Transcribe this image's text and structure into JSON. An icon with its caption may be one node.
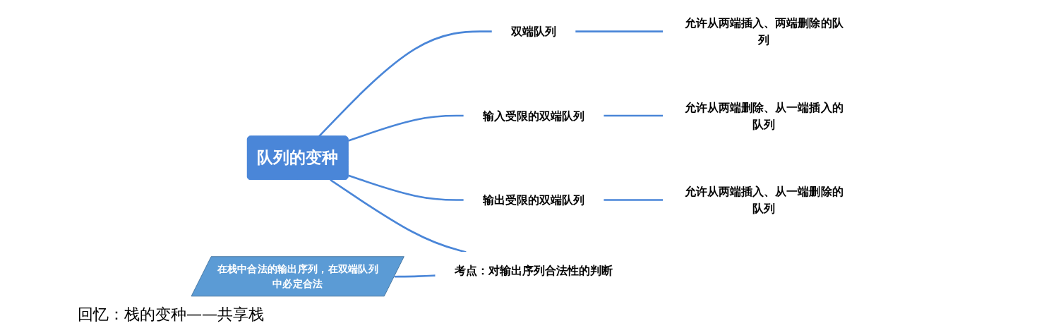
{
  "diagram": {
    "nodes": [
      {
        "text": [
          "队列的变种"
        ]
      },
      {
        "text": [
          "双端队列"
        ]
      },
      {
        "text": [
          "允许从两端插入、两端删除的队列"
        ]
      },
      {
        "text": [
          "输入受限的双端队列"
        ]
      },
      {
        "text": [
          "允许从两端删除、从一端插入的队列"
        ]
      },
      {
        "text": [
          "输出受限的双端队列"
        ]
      },
      {
        "text": [
          "允许从两端插入、从一端删除的队列"
        ]
      },
      {
        "text": [
          "考点：对输出序列合法性的判断"
        ]
      },
      {
        "text": [
          "在栈中合法的输出序列，在双端队列中必定合法"
        ]
      }
    ],
    "edges": [
      {
        "from": 0,
        "to": 1,
        "arrow": "none"
      },
      {
        "from": 1,
        "to": 2,
        "arrow": "none"
      },
      {
        "from": 0,
        "to": 3,
        "arrow": "none"
      },
      {
        "from": 3,
        "to": 4,
        "arrow": "none"
      },
      {
        "from": 0,
        "to": 5,
        "arrow": "none"
      },
      {
        "from": 5,
        "to": 6,
        "arrow": "none"
      },
      {
        "from": 0,
        "to": 7,
        "arrow": "none"
      },
      {
        "from": 8,
        "to": 7,
        "arrow": "none"
      }
    ],
    "labels": [
      "回忆：栈的变种——共享栈"
    ]
  }
}
